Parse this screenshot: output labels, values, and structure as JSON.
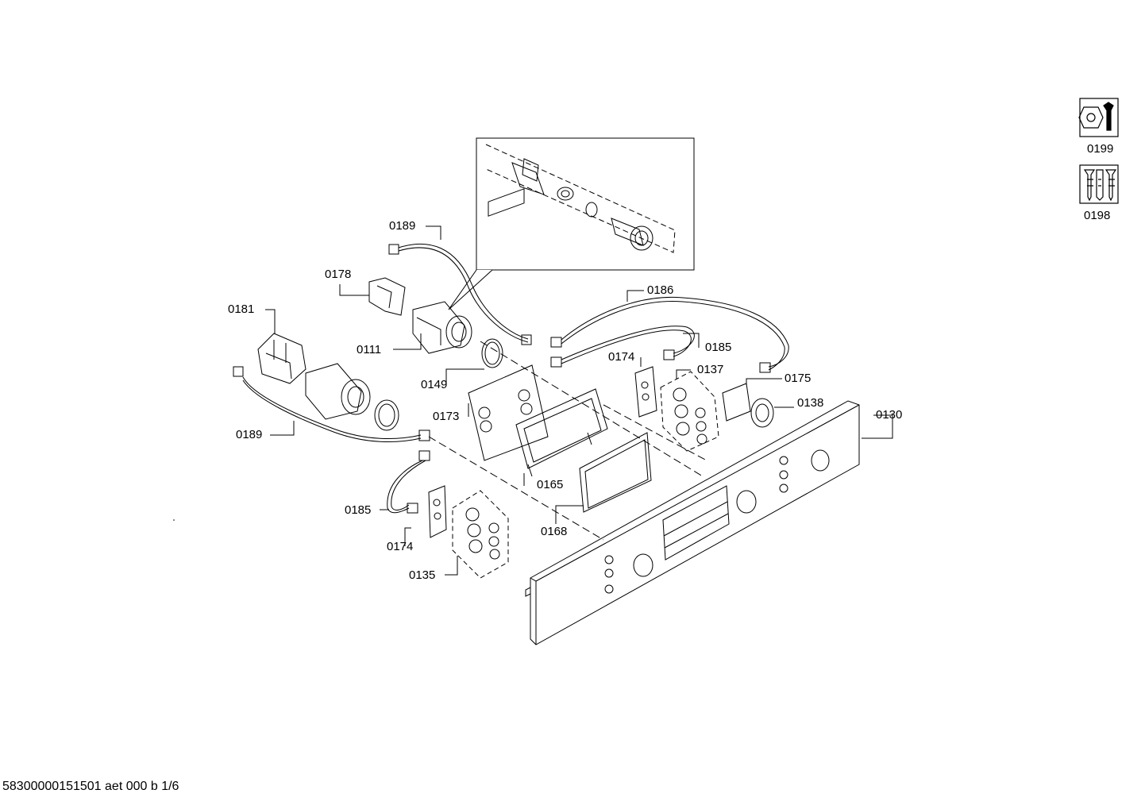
{
  "sheet_id": "58300000151501 aet 000 b 1/6",
  "callouts": [
    {
      "id": "c0189a",
      "text": "0189"
    },
    {
      "id": "c0178",
      "text": "0178"
    },
    {
      "id": "c0181",
      "text": "0181"
    },
    {
      "id": "c0111",
      "text": "0111"
    },
    {
      "id": "c0186",
      "text": "0186"
    },
    {
      "id": "c0185a",
      "text": "0185"
    },
    {
      "id": "c0174a",
      "text": "0174"
    },
    {
      "id": "c0137",
      "text": "0137"
    },
    {
      "id": "c0175",
      "text": "0175"
    },
    {
      "id": "c0149",
      "text": "0149"
    },
    {
      "id": "c0173",
      "text": "0173"
    },
    {
      "id": "c0138",
      "text": "0138"
    },
    {
      "id": "c0130",
      "text": "0130"
    },
    {
      "id": "c0189b",
      "text": "0189"
    },
    {
      "id": "c0165",
      "text": "0165"
    },
    {
      "id": "c0185b",
      "text": "0185"
    },
    {
      "id": "c0168",
      "text": "0168"
    },
    {
      "id": "c0174b",
      "text": "0174"
    },
    {
      "id": "c0135",
      "text": "0135"
    }
  ],
  "tools": [
    {
      "icon": "wrench-nut-icon",
      "label": "0199"
    },
    {
      "icon": "screws-icon",
      "label": "0198"
    }
  ],
  "colors": {
    "line": "#000000",
    "background": "#ffffff"
  }
}
